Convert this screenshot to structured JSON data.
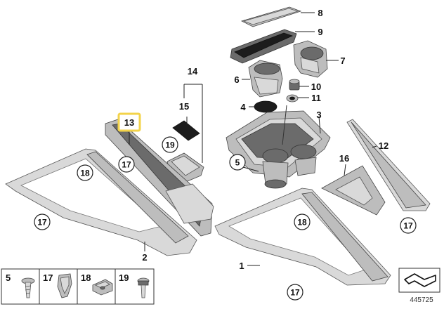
{
  "callouts": [
    {
      "id": "c1",
      "text": "1"
    },
    {
      "id": "c2",
      "text": "2"
    },
    {
      "id": "c3",
      "text": "3"
    },
    {
      "id": "c4",
      "text": "4"
    },
    {
      "id": "c5",
      "text": "5"
    },
    {
      "id": "c6",
      "text": "6"
    },
    {
      "id": "c7",
      "text": "7"
    },
    {
      "id": "c8",
      "text": "8"
    },
    {
      "id": "c9",
      "text": "9"
    },
    {
      "id": "c10",
      "text": "10"
    },
    {
      "id": "c11",
      "text": "11"
    },
    {
      "id": "c12",
      "text": "12"
    },
    {
      "id": "c13",
      "text": "13"
    },
    {
      "id": "c14",
      "text": "14"
    },
    {
      "id": "c15",
      "text": "15"
    },
    {
      "id": "c16",
      "text": "16"
    }
  ],
  "circled_callouts": [
    {
      "id": "k18a",
      "text": "18"
    },
    {
      "id": "k17a",
      "text": "17"
    },
    {
      "id": "k17b",
      "text": "17"
    },
    {
      "id": "k19",
      "text": "19"
    },
    {
      "id": "k5",
      "text": "5"
    },
    {
      "id": "k18b",
      "text": "18"
    },
    {
      "id": "k17c",
      "text": "17"
    },
    {
      "id": "k17d",
      "text": "17"
    }
  ],
  "legend": [
    {
      "num": "5",
      "icon": "screw-icon"
    },
    {
      "num": "17",
      "icon": "clip-icon"
    },
    {
      "num": "18",
      "icon": "spring-nut-icon"
    },
    {
      "num": "19",
      "icon": "bolt-icon"
    }
  ],
  "highlight_color": "#f3d34a",
  "diagram_id": "445725"
}
